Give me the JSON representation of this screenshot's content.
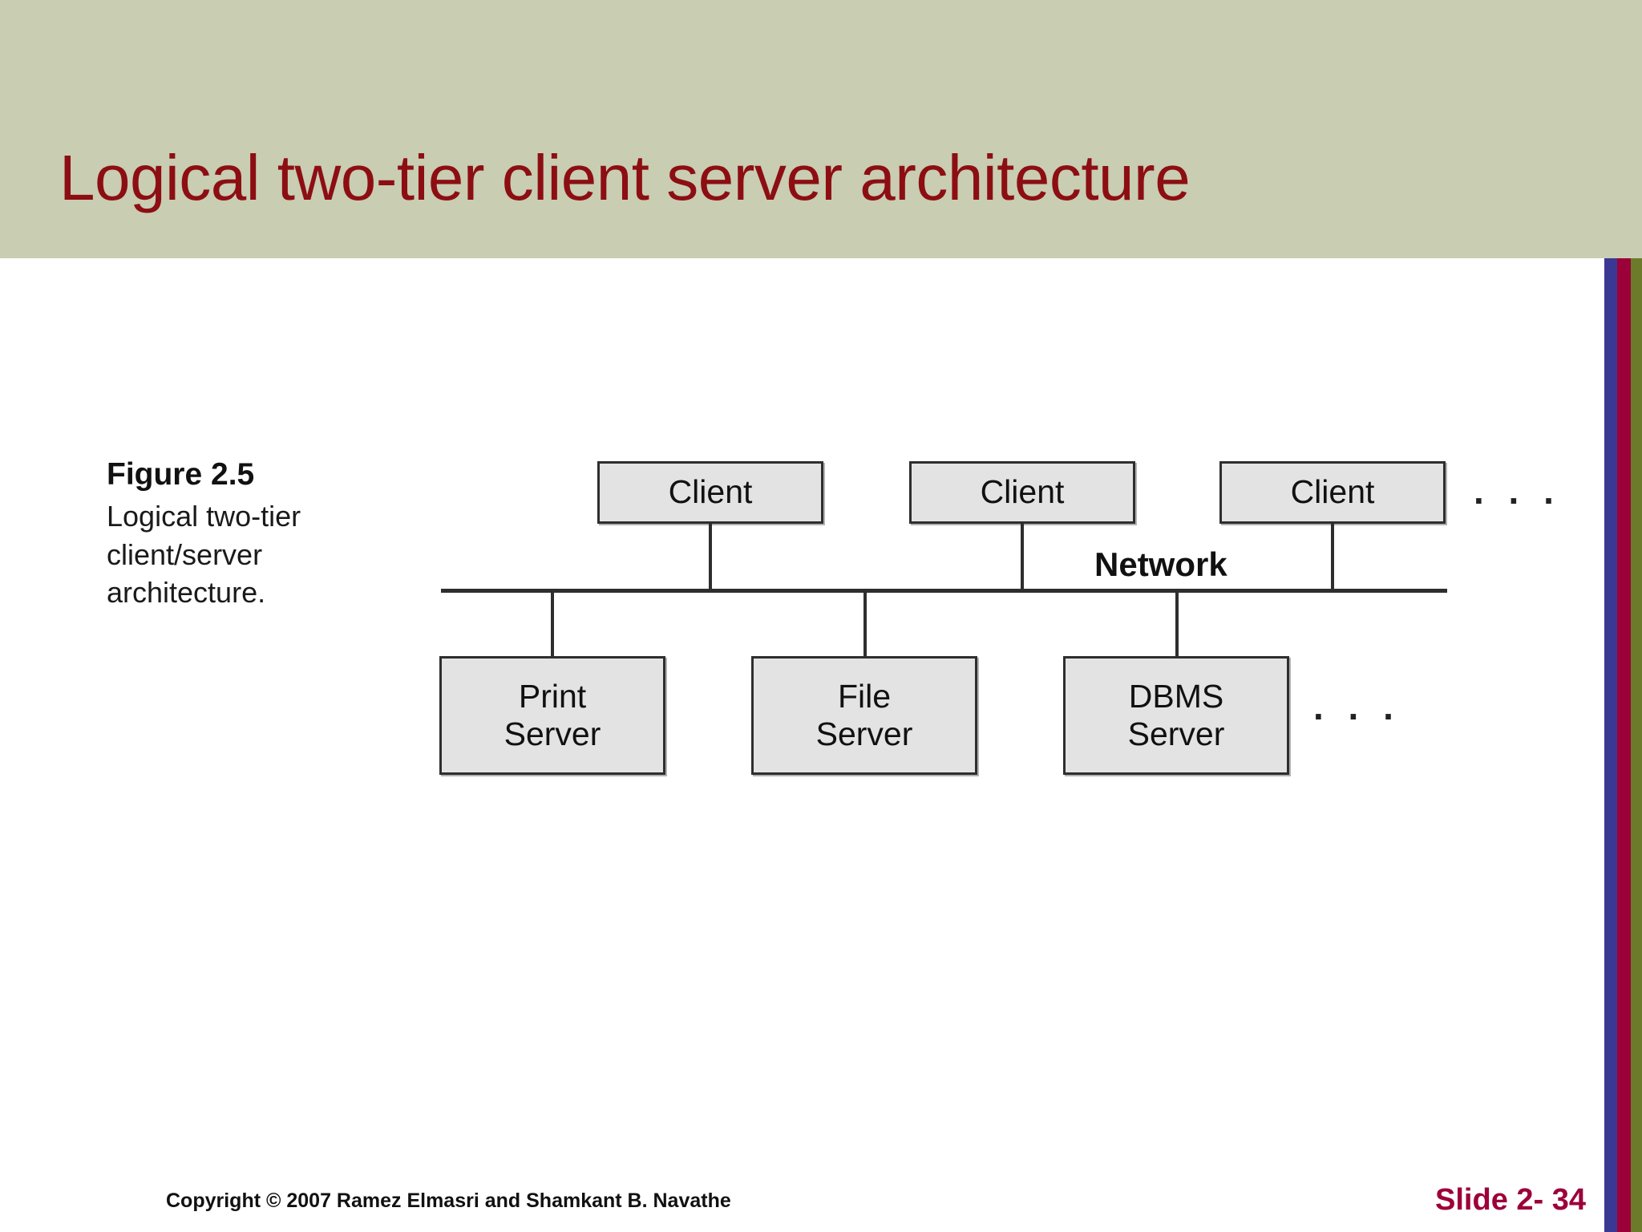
{
  "slide": {
    "title": "Logical two-tier client server architecture",
    "title_color": "#8c0e13",
    "header_bg": "#c9cdb2"
  },
  "figure": {
    "number": "Figure 2.5",
    "caption_line1": "Logical two-tier",
    "caption_line2": "client/server",
    "caption_line3": "architecture."
  },
  "diagram": {
    "network_label": "Network",
    "clients": [
      {
        "label": "Client"
      },
      {
        "label": "Client"
      },
      {
        "label": "Client"
      }
    ],
    "clients_ellipsis": ". . .",
    "servers": [
      {
        "line1": "Print",
        "line2": "Server"
      },
      {
        "line1": "File",
        "line2": "Server"
      },
      {
        "line1": "DBMS",
        "line2": "Server"
      }
    ],
    "servers_ellipsis": ". . .",
    "box_fill": "#e3e3e3",
    "box_border": "#2e2e2e"
  },
  "footer": {
    "copyright": "Copyright © 2007 Ramez Elmasri and Shamkant B. Navathe",
    "slide_number": "Slide 2- 34",
    "slide_number_color": "#9c0039"
  },
  "accent_stripes": {
    "blue": "#3b3894",
    "red": "#9c0039",
    "olive": "#6c7b2a"
  }
}
